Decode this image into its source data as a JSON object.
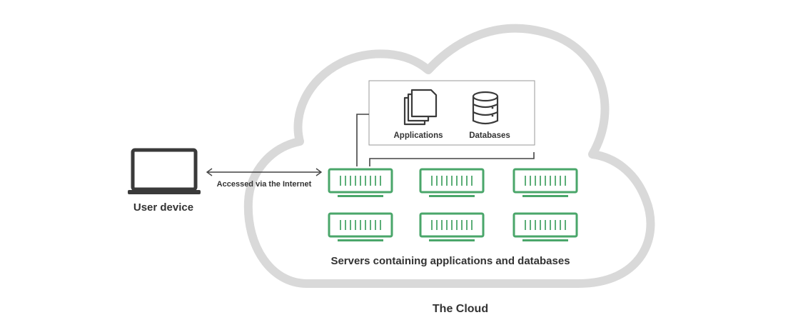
{
  "diagram": {
    "user_device_label": "User device",
    "connection_label": "Accessed via the Internet",
    "services": {
      "applications_label": "Applications",
      "databases_label": "Databases"
    },
    "servers_label": "Servers containing applications and databases",
    "cloud_label": "The Cloud",
    "server_count": 6
  },
  "colors": {
    "cloud_outline": "#d9d9d9",
    "server_green": "#4aa66a",
    "text": "#333333",
    "device": "#3a3a3a",
    "line": "#444444"
  }
}
